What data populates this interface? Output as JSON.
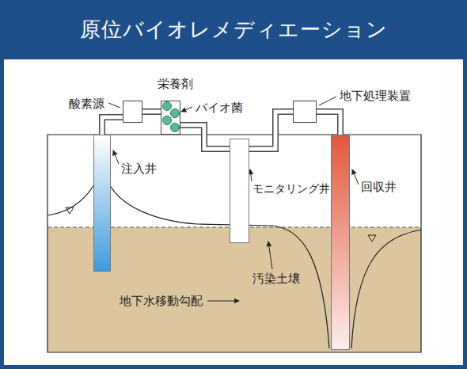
{
  "diagram": {
    "title": "原位バイオレメディエーション",
    "nodes": [
      {
        "text": [
          "酸素源"
        ]
      },
      {
        "text": [
          "栄養剤",
          "バイオ菌"
        ]
      },
      {
        "text": [
          "地下処理装置"
        ]
      },
      {
        "text": [
          "注入井"
        ]
      },
      {
        "text": [
          "モニタリング井"
        ]
      },
      {
        "text": [
          "回収井"
        ]
      }
    ],
    "edges": [
      {
        "from": 5,
        "to": 2,
        "arrow": "none"
      },
      {
        "from": 2,
        "to": 1,
        "arrow": "none"
      },
      {
        "from": 1,
        "to": 0,
        "arrow": "none"
      },
      {
        "from": 0,
        "to": 3,
        "arrow": "none"
      },
      {
        "from": 4,
        "to": 2,
        "arrow": "none"
      }
    ],
    "labels": [
      "汚染土壌",
      "地下水移動勾配"
    ]
  }
}
